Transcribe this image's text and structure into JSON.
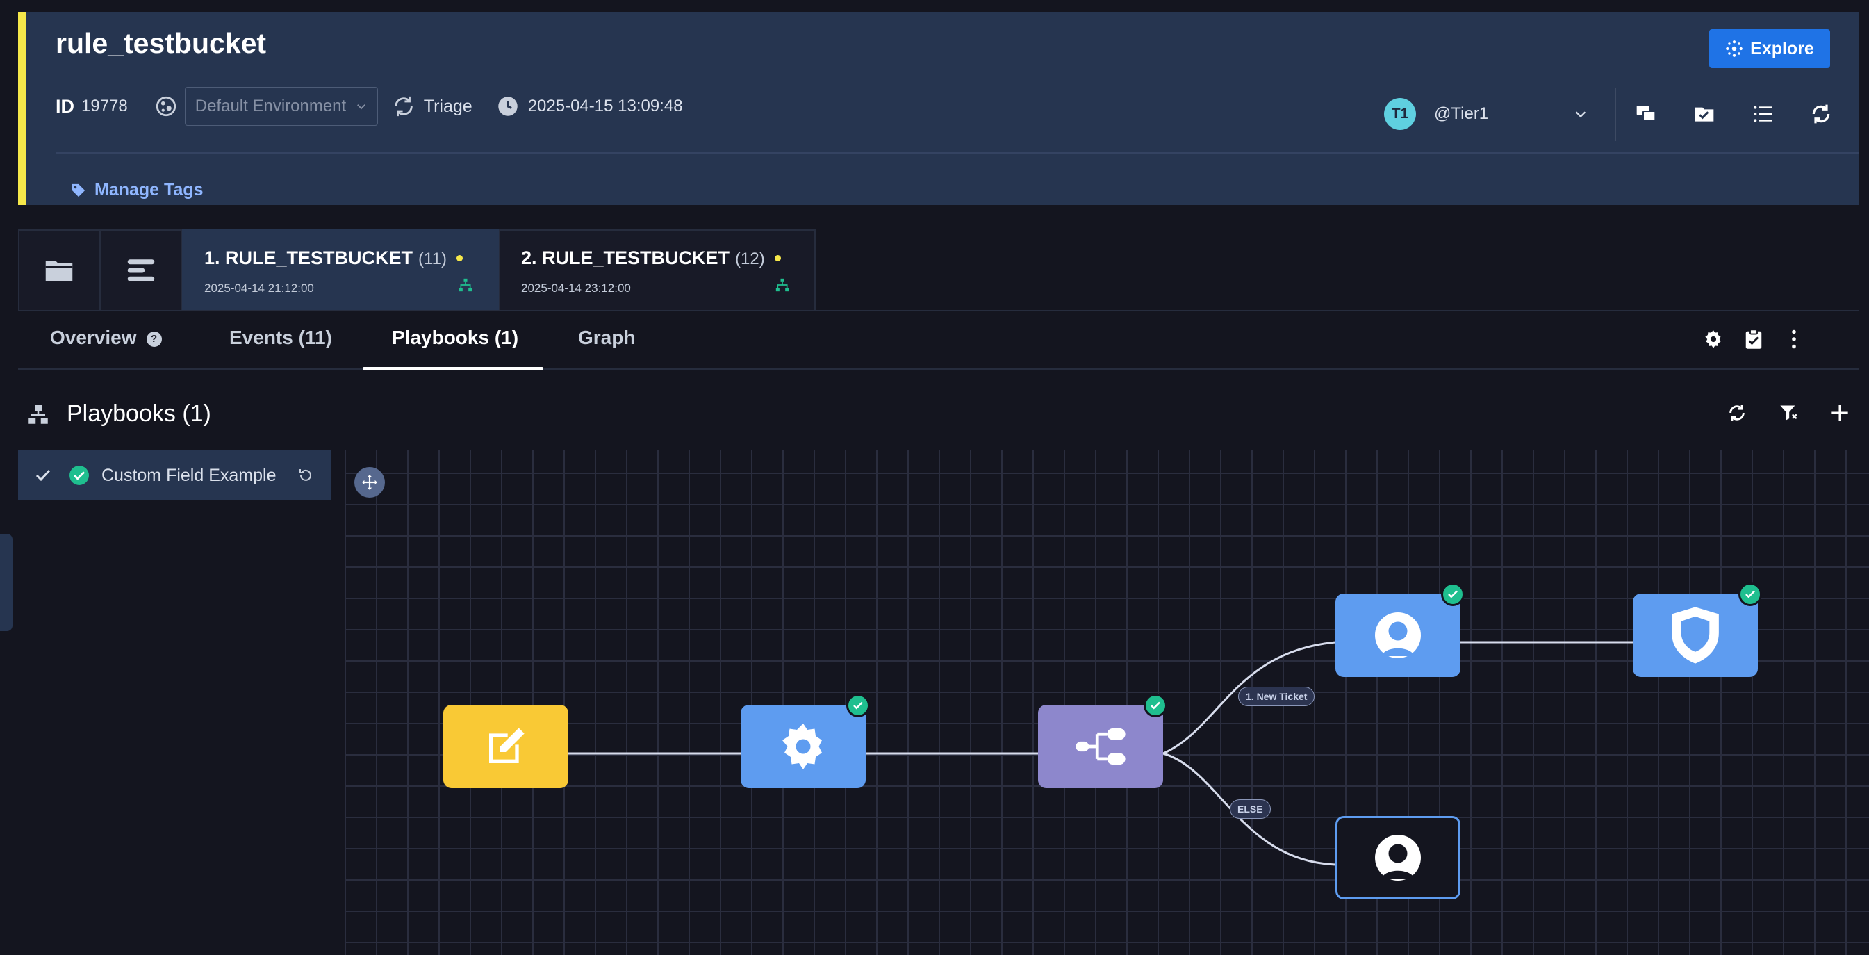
{
  "header": {
    "title": "rule_testbucket",
    "id_label": "ID",
    "id_value": "19778",
    "environment": "Default Environment",
    "stage": "Triage",
    "datetime": "2025-04-15 13:09:48",
    "explore_label": "Explore",
    "user_initials": "T1",
    "user_name": "@Tier1",
    "manage_tags_label": "Manage Tags"
  },
  "alert_tabs": [
    {
      "name": "1. RULE_TESTBUCKET",
      "count": "(11)",
      "date": "2025-04-14 21:12:00",
      "active": true
    },
    {
      "name": "2. RULE_TESTBUCKET",
      "count": "(12)",
      "date": "2025-04-14 23:12:00",
      "active": false
    }
  ],
  "nav_tabs": {
    "overview": "Overview",
    "events": "Events (11)",
    "playbooks": "Playbooks (1)",
    "graph": "Graph",
    "active": "Playbooks (1)"
  },
  "playbooks": {
    "heading": "Playbooks (1)",
    "items": [
      {
        "name": "Custom Field Example",
        "status": "completed"
      }
    ],
    "edge_labels": {
      "new_ticket": "1. New Ticket",
      "else": "ELSE"
    }
  },
  "colors": {
    "header_bg": "#263550",
    "accent_yellow": "#f6e84a",
    "explore_blue": "#1f73e6",
    "link_blue": "#8fb6ff",
    "node_trigger": "#f9c935",
    "node_action": "#5e9cf0",
    "node_flow": "#8d87cc",
    "success_green": "#1fbf8f"
  },
  "icons": {
    "trigger": "edit-icon",
    "action": "gear-icon",
    "flow": "flow-icon",
    "ticket": "user-icon",
    "block": "shield-icon"
  }
}
